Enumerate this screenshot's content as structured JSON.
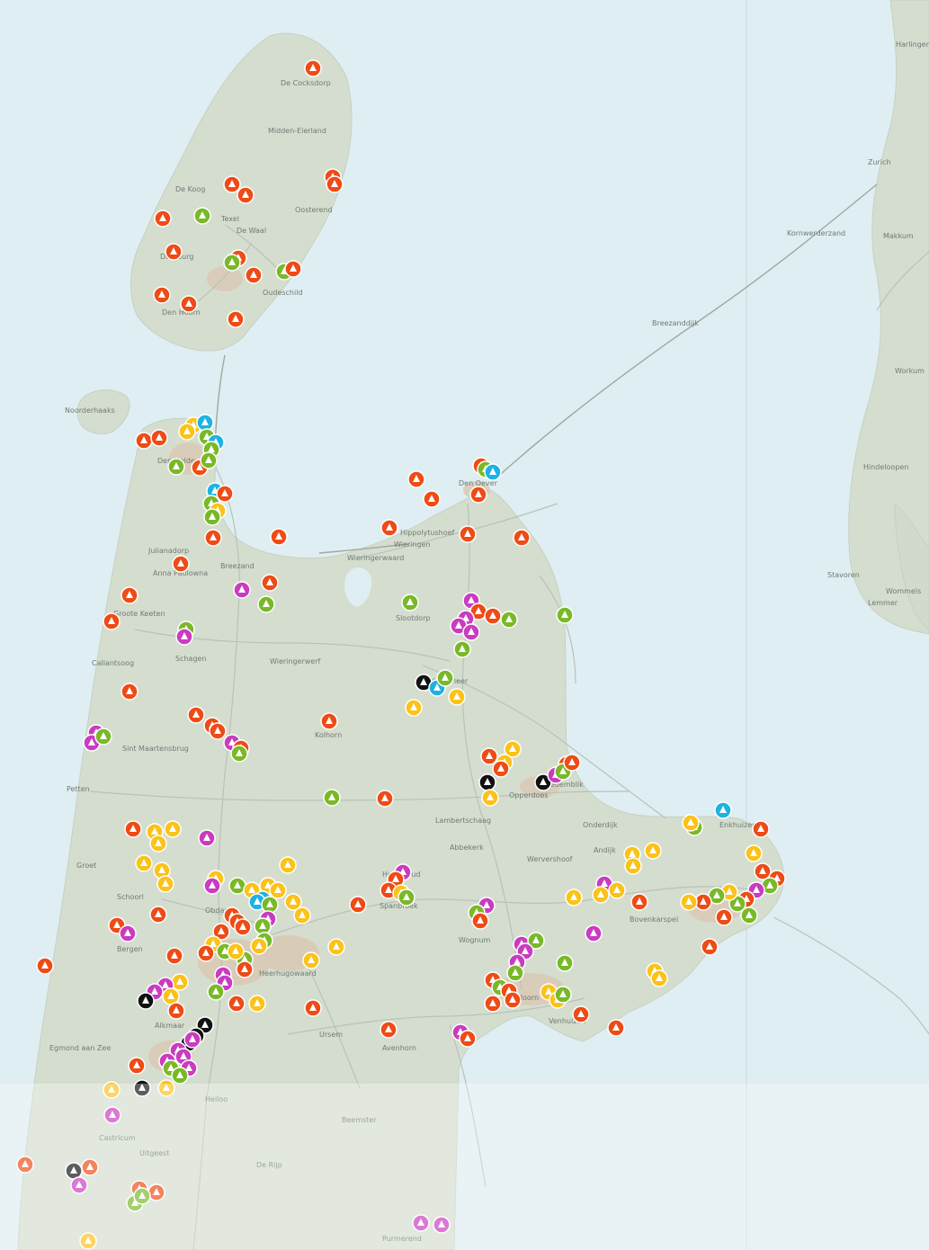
{
  "map": {
    "colors": {
      "water": "#dfeef2",
      "land": "#d5ddcf",
      "land_edge": "#c6d0c2",
      "road": "#b8c2b7",
      "major_road": "#9fa9a0",
      "urban": "#d9c9b5"
    },
    "marker_colors": {
      "red": "#ee4b16",
      "green": "#79b928",
      "yellow": "#fbc218",
      "magenta": "#c93cc0",
      "blue": "#1eb2e3",
      "black": "#111111"
    },
    "places": [
      {
        "id": "de-cocksdorp",
        "label": "De Cocksdorp"
      },
      {
        "id": "midden-eierland",
        "label": "Midden-Eierland"
      },
      {
        "id": "de-koog",
        "label": "De Koog"
      },
      {
        "id": "texel",
        "label": "Texel"
      },
      {
        "id": "de-waal",
        "label": "De Waal"
      },
      {
        "id": "oosterend",
        "label": "Oosterend"
      },
      {
        "id": "oudeschild",
        "label": "Oudeschild"
      },
      {
        "id": "den-burg",
        "label": "Den Burg"
      },
      {
        "id": "den-hoorn",
        "label": "Den Hoorn"
      },
      {
        "id": "noorderhaaks",
        "label": "Noorderhaaks"
      },
      {
        "id": "den-helder",
        "label": "Den Helder"
      },
      {
        "id": "den-oever",
        "label": "Den Oever"
      },
      {
        "id": "hippolytushoef",
        "label": "Hippolytushoef"
      },
      {
        "id": "wieringen",
        "label": "Wieringen"
      },
      {
        "id": "wieringerwaard",
        "label": "Wieringerwaard"
      },
      {
        "id": "julianadorp",
        "label": "Julianadorp"
      },
      {
        "id": "breezand",
        "label": "Breezand"
      },
      {
        "id": "anna-paulowna",
        "label": "Anna Paulowna"
      },
      {
        "id": "groote-keeten",
        "label": "Groote Keeten"
      },
      {
        "id": "callantsoog",
        "label": "Callantsoog"
      },
      {
        "id": "schagen",
        "label": "Schagen"
      },
      {
        "id": "slootdorp",
        "label": "Slootdorp"
      },
      {
        "id": "middenmeer",
        "label": "Middenmeer"
      },
      {
        "id": "wieringerwerf",
        "label": "Wieringerwerf"
      },
      {
        "id": "kolhorn",
        "label": "Kolhorn"
      },
      {
        "id": "st-maartensbrug",
        "label": "Sint Maartensbrug"
      },
      {
        "id": "petten",
        "label": "Petten"
      },
      {
        "id": "medemblik",
        "label": "Medemblik"
      },
      {
        "id": "opperdoes",
        "label": "Opperdoes"
      },
      {
        "id": "lambertschaag",
        "label": "Lambertschaag"
      },
      {
        "id": "abbekerk",
        "label": "Abbekerk"
      },
      {
        "id": "andijk",
        "label": "Andijk"
      },
      {
        "id": "wervershoof",
        "label": "Wervershoof"
      },
      {
        "id": "onderdijk",
        "label": "Onderdijk"
      },
      {
        "id": "groet",
        "label": "Groet"
      },
      {
        "id": "schoorl",
        "label": "Schoorl"
      },
      {
        "id": "bergen",
        "label": "Bergen"
      },
      {
        "id": "egmond",
        "label": "Egmond aan Zee"
      },
      {
        "id": "alkmaar",
        "label": "Alkmaar"
      },
      {
        "id": "heerhugowaard",
        "label": "Heerhugowaard"
      },
      {
        "id": "obdam",
        "label": "Obdam"
      },
      {
        "id": "hoogwoud",
        "label": "Hoogwoud"
      },
      {
        "id": "spanbroek",
        "label": "Spanbroek"
      },
      {
        "id": "wognum",
        "label": "Wognum"
      },
      {
        "id": "hoorn",
        "label": "Hoorn"
      },
      {
        "id": "enkhuizen",
        "label": "Enkhuizen"
      },
      {
        "id": "bovenkarspel",
        "label": "Bovenkarspel"
      },
      {
        "id": "venhuizen",
        "label": "Venhuizen"
      },
      {
        "id": "avenhorn",
        "label": "Avenhorn"
      },
      {
        "id": "ursem",
        "label": "Ursem"
      },
      {
        "id": "heiloo",
        "label": "Heiloo"
      },
      {
        "id": "castricum",
        "label": "Castricum"
      },
      {
        "id": "uitgeest",
        "label": "Uitgeest"
      },
      {
        "id": "de-rijp",
        "label": "De Rijp"
      },
      {
        "id": "purmerend",
        "label": "Purmerend"
      },
      {
        "id": "beemster",
        "label": "Beemster"
      },
      {
        "id": "kornwerderzand",
        "label": "Kornwerderzand"
      },
      {
        "id": "breezanddijk",
        "label": "Breezanddijk"
      },
      {
        "id": "harlingen",
        "label": "Harlingen"
      },
      {
        "id": "zurich",
        "label": "Zurich"
      },
      {
        "id": "makkum",
        "label": "Makkum"
      },
      {
        "id": "workum",
        "label": "Workum"
      },
      {
        "id": "hindeloopen",
        "label": "Hindeloopen"
      },
      {
        "id": "stavoren",
        "label": "Stavoren"
      },
      {
        "id": "lemmer",
        "label": "Lemmer"
      },
      {
        "id": "wommels",
        "label": "Wommels"
      }
    ],
    "markers": {
      "count_visible": 230
    }
  }
}
